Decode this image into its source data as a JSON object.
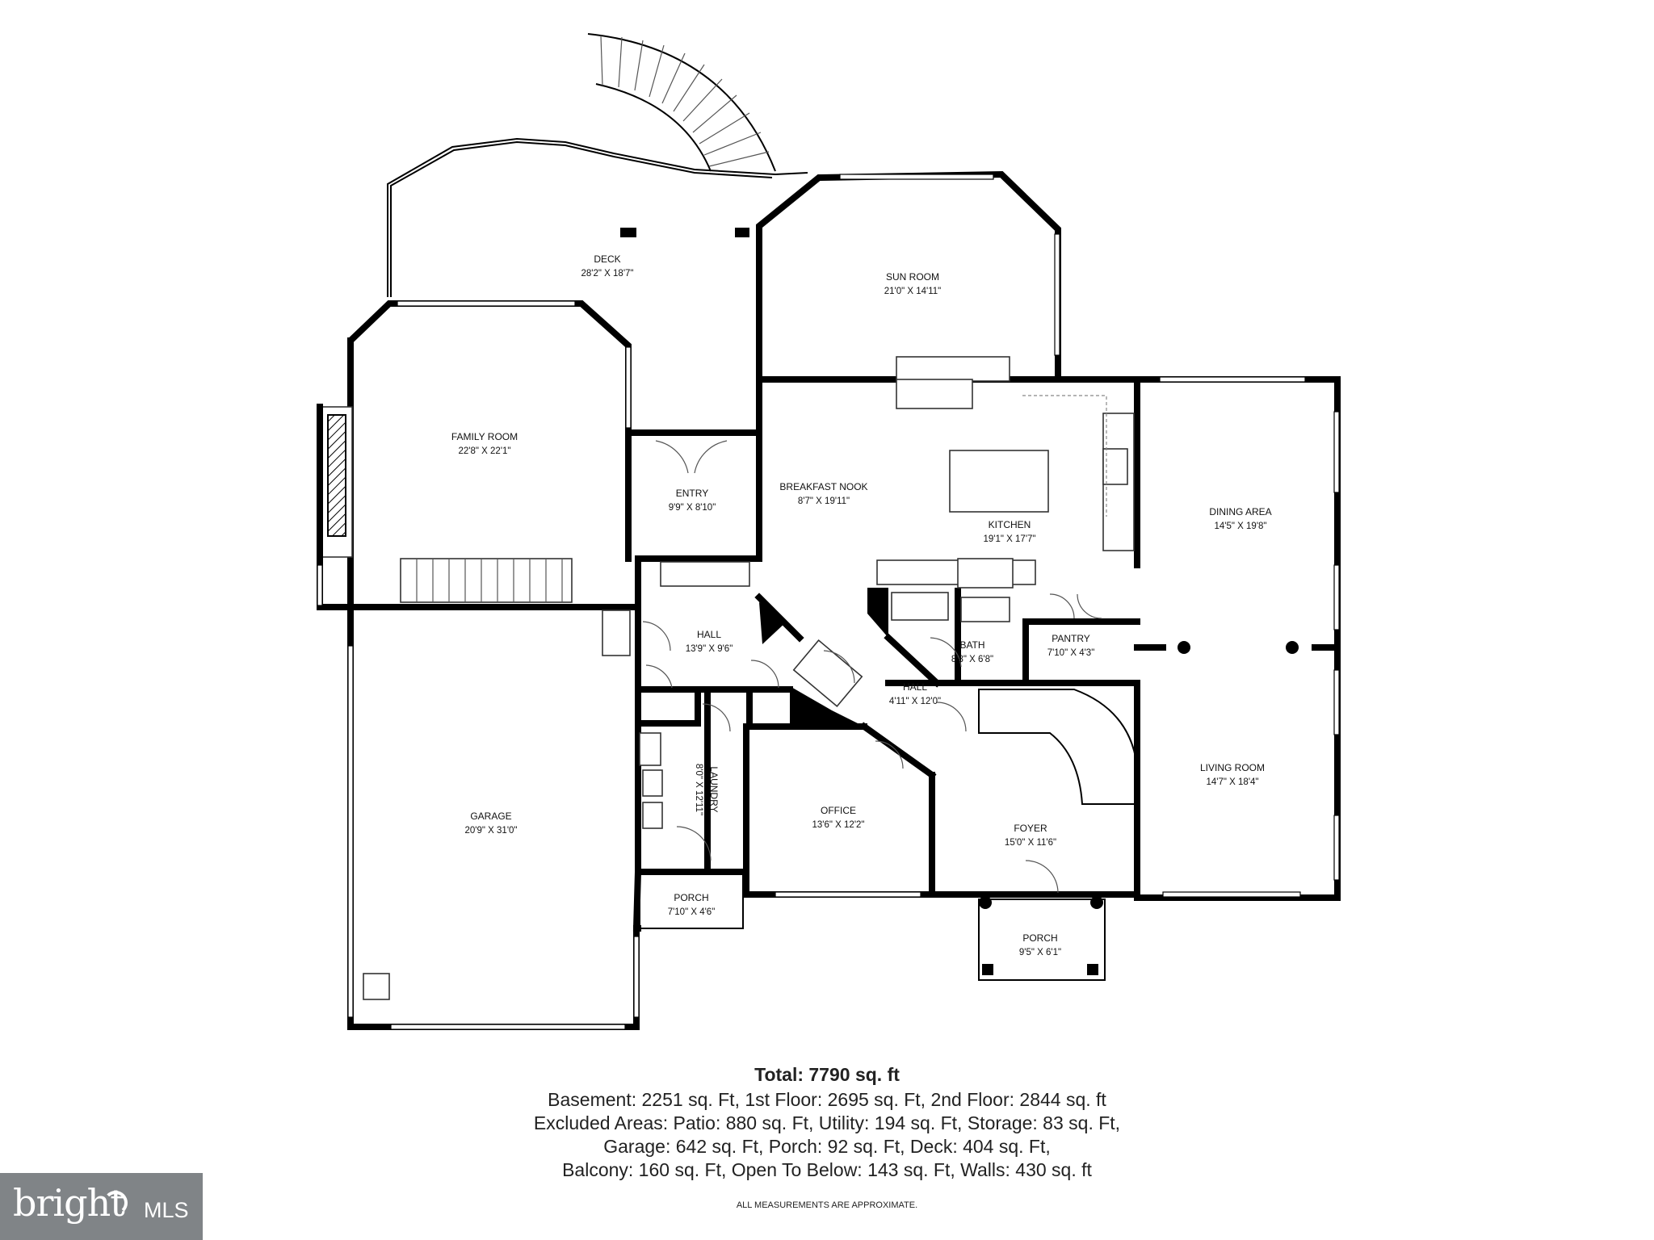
{
  "rooms": [
    {
      "name": "DECK",
      "dim": "28'2\" X 18'7\""
    },
    {
      "name": "SUN ROOM",
      "dim": "21'0\" X 14'11\""
    },
    {
      "name": "FAMILY ROOM",
      "dim": "22'8\" X 22'1\""
    },
    {
      "name": "ENTRY",
      "dim": "9'9\" X 8'10\""
    },
    {
      "name": "BREAKFAST NOOK",
      "dim": "8'7\" X 19'11\""
    },
    {
      "name": "KITCHEN",
      "dim": "19'1\" X 17'7\""
    },
    {
      "name": "DINING AREA",
      "dim": "14'5\" X 19'8\""
    },
    {
      "name": "HALL",
      "dim": "13'9\" X 9'6\""
    },
    {
      "name": "BATH",
      "dim": "8'8\" X 6'8\""
    },
    {
      "name": "PANTRY",
      "dim": "7'10\" X 4'3\""
    },
    {
      "name": "HALL",
      "dim": "4'11\" X 12'0\""
    },
    {
      "name": "LAUNDRY",
      "dim": "8'0\" X 12'11\""
    },
    {
      "name": "OFFICE",
      "dim": "13'6\" X 12'2\""
    },
    {
      "name": "LIVING ROOM",
      "dim": "14'7\" X 18'4\""
    },
    {
      "name": "GARAGE",
      "dim": "20'9\" X 31'0\""
    },
    {
      "name": "FOYER",
      "dim": "15'0\" X 11'6\""
    },
    {
      "name": "PORCH",
      "dim": "7'10\" X 4'6\""
    },
    {
      "name": "PORCH",
      "dim": "9'5\" X 6'1\""
    }
  ],
  "summary": {
    "total": "Total: 7790 sq. ft",
    "line1": "Basement: 2251 sq. Ft, 1st Floor: 2695 sq. Ft, 2nd Floor: 2844 sq. ft",
    "line2": "Excluded Areas: Patio: 880 sq. Ft, Utility: 194 sq. Ft, Storage: 83 sq. Ft,",
    "line3": "Garage: 642 sq. Ft, Porch: 92 sq. Ft, Deck: 404 sq. Ft,",
    "line4": "Balcony: 160 sq. Ft, Open To Below: 143 sq. Ft, Walls: 430 sq. ft",
    "disclaimer": "ALL MEASUREMENTS ARE APPROXIMATE."
  },
  "logo": {
    "word": "bright",
    "sub": "MLS"
  },
  "colors": {
    "wall": "#000000",
    "logo_bg": "#808487",
    "text": "#222222"
  }
}
